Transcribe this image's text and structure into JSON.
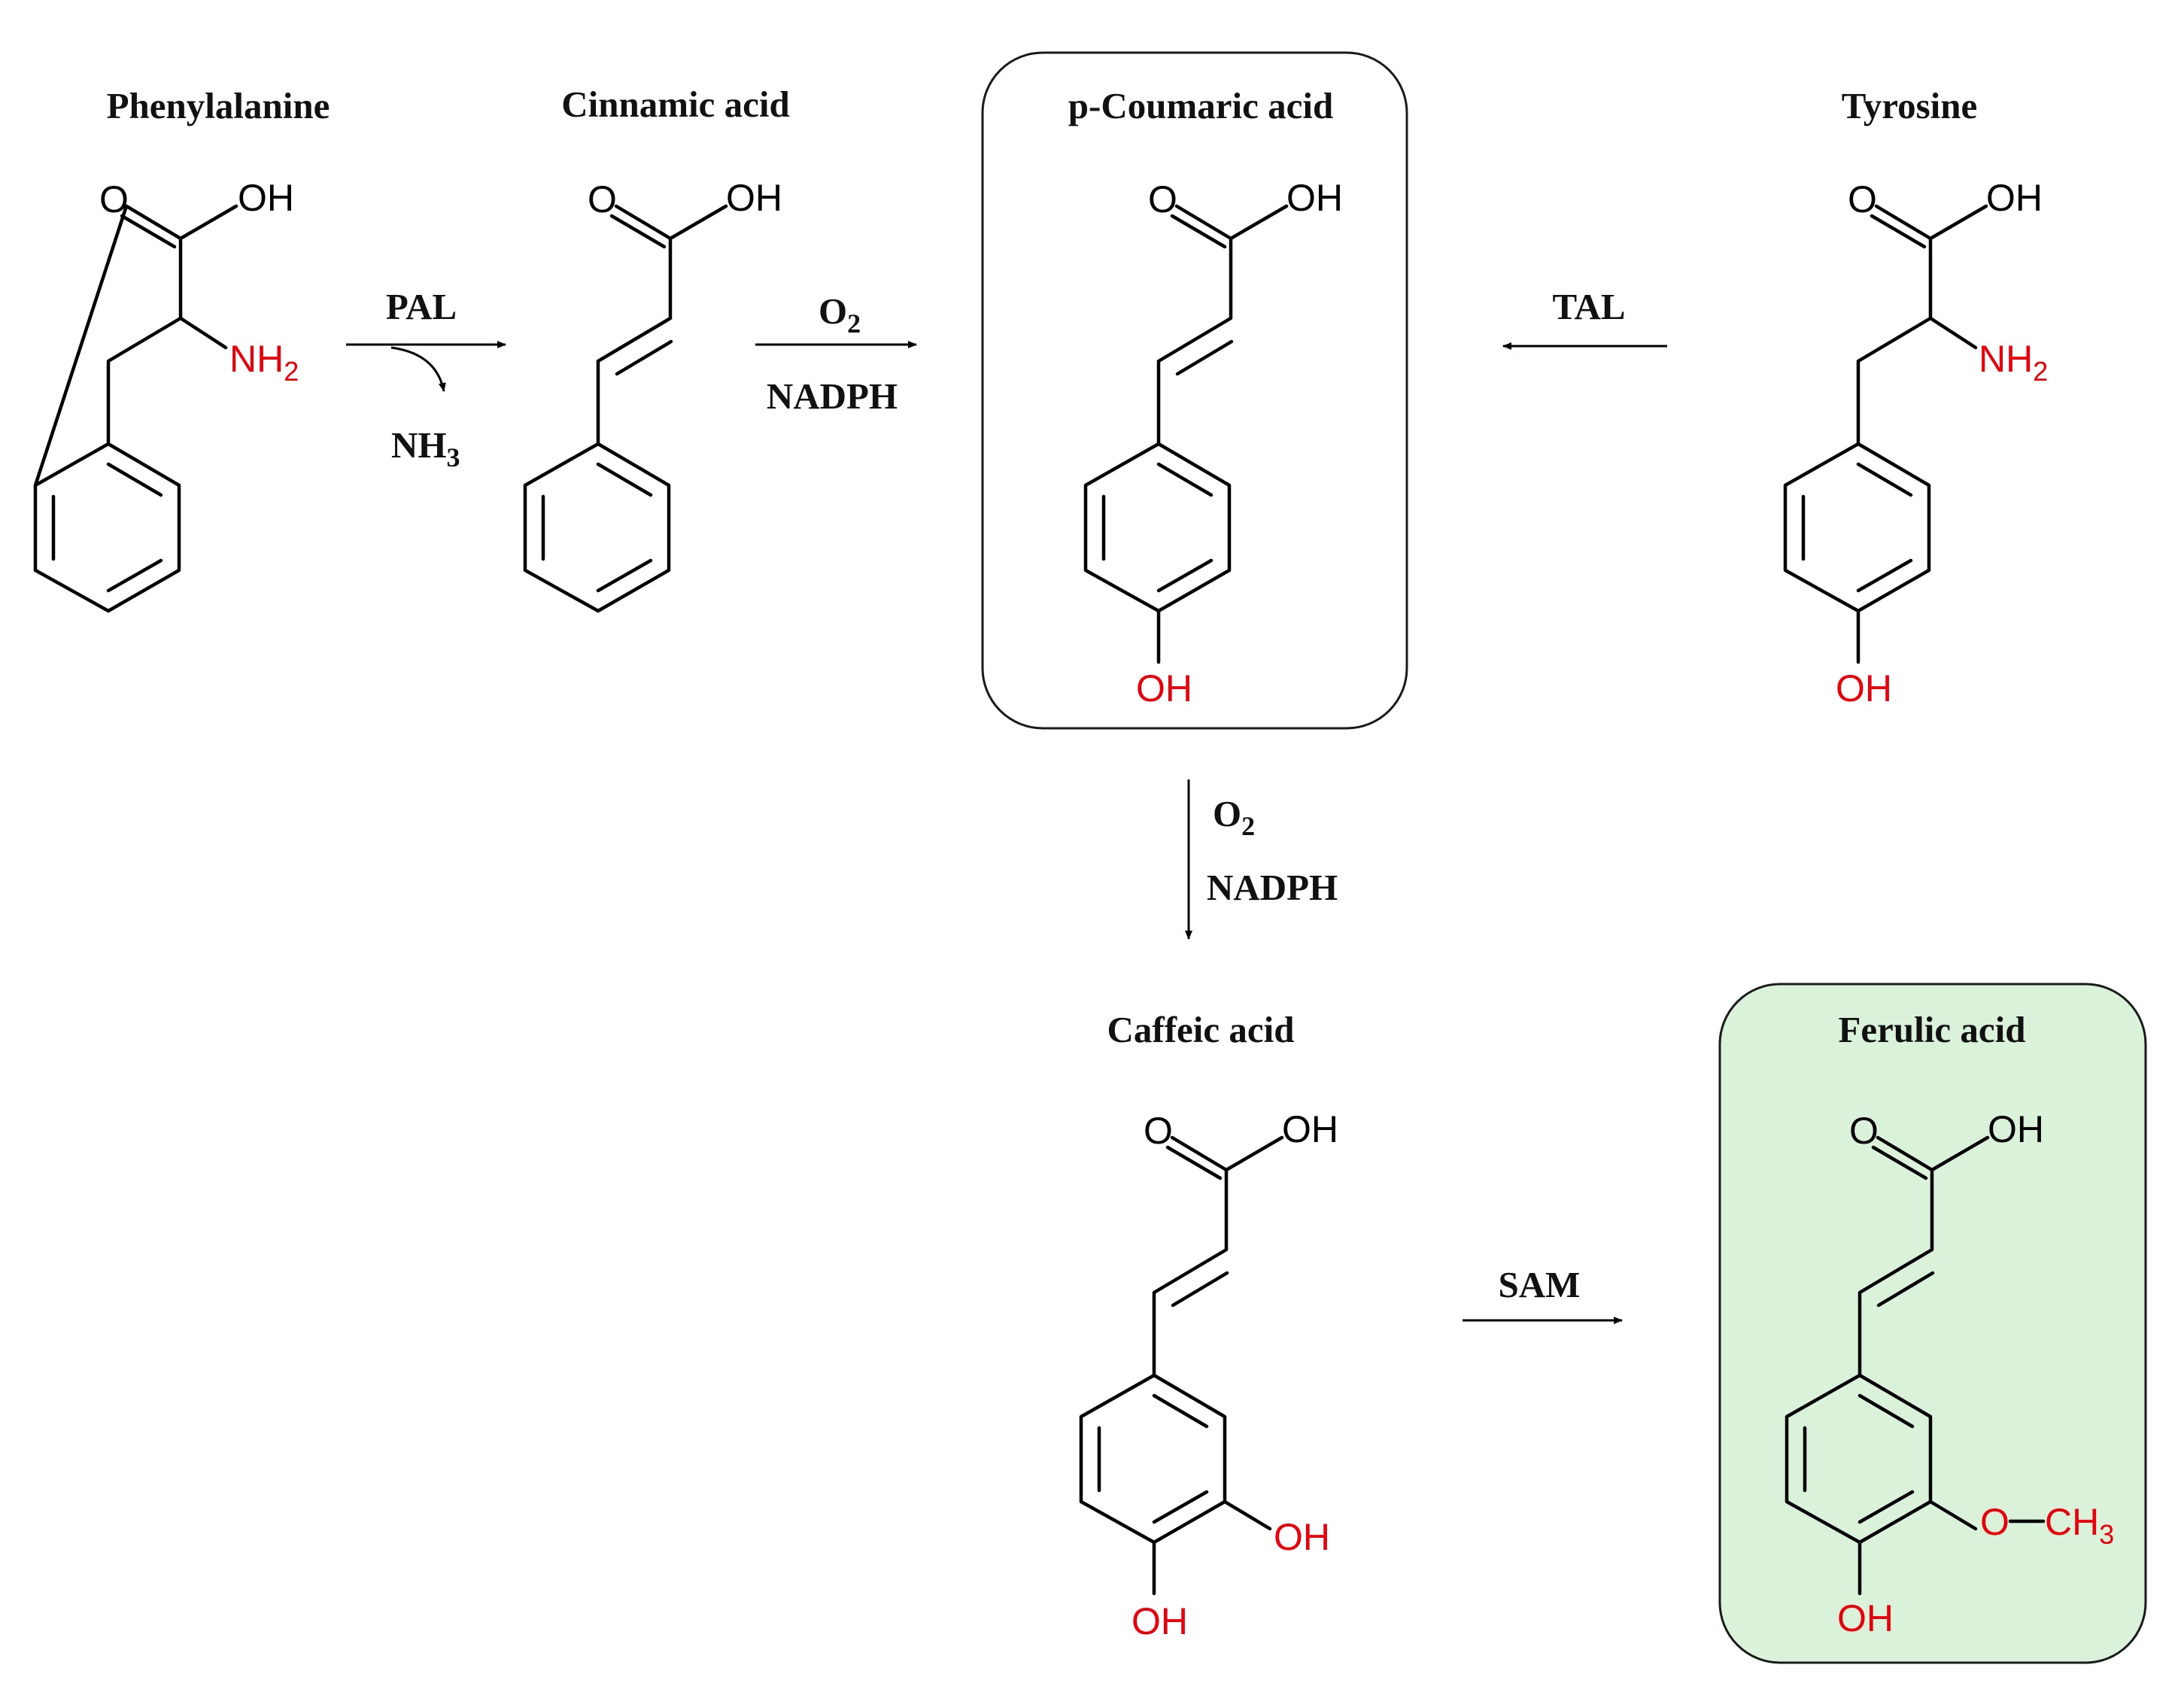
{
  "compounds": {
    "phenylalanine": "Phenylalanine",
    "cinnamic_acid": "Cinnamic acid",
    "p_coumaric_acid": "p-Coumaric acid",
    "tyrosine": "Tyrosine",
    "caffeic_acid": "Caffeic acid",
    "ferulic_acid": "Ferulic acid"
  },
  "atoms": {
    "O": "O",
    "OH": "OH",
    "NH": "NH",
    "sub2": "2",
    "CH": "CH",
    "sub3": "3",
    "O_dash": "O"
  },
  "reactions": {
    "pal": "PAL",
    "nh": "NH",
    "nh_sub": "3",
    "o2_o": "O",
    "o2_sub": "2",
    "nadph": "NADPH",
    "tal": "TAL",
    "sam": "SAM"
  },
  "colors": {
    "heteroatom": "#e8000b",
    "highlight_fill": "#d9f2d9",
    "line": "#000000"
  }
}
